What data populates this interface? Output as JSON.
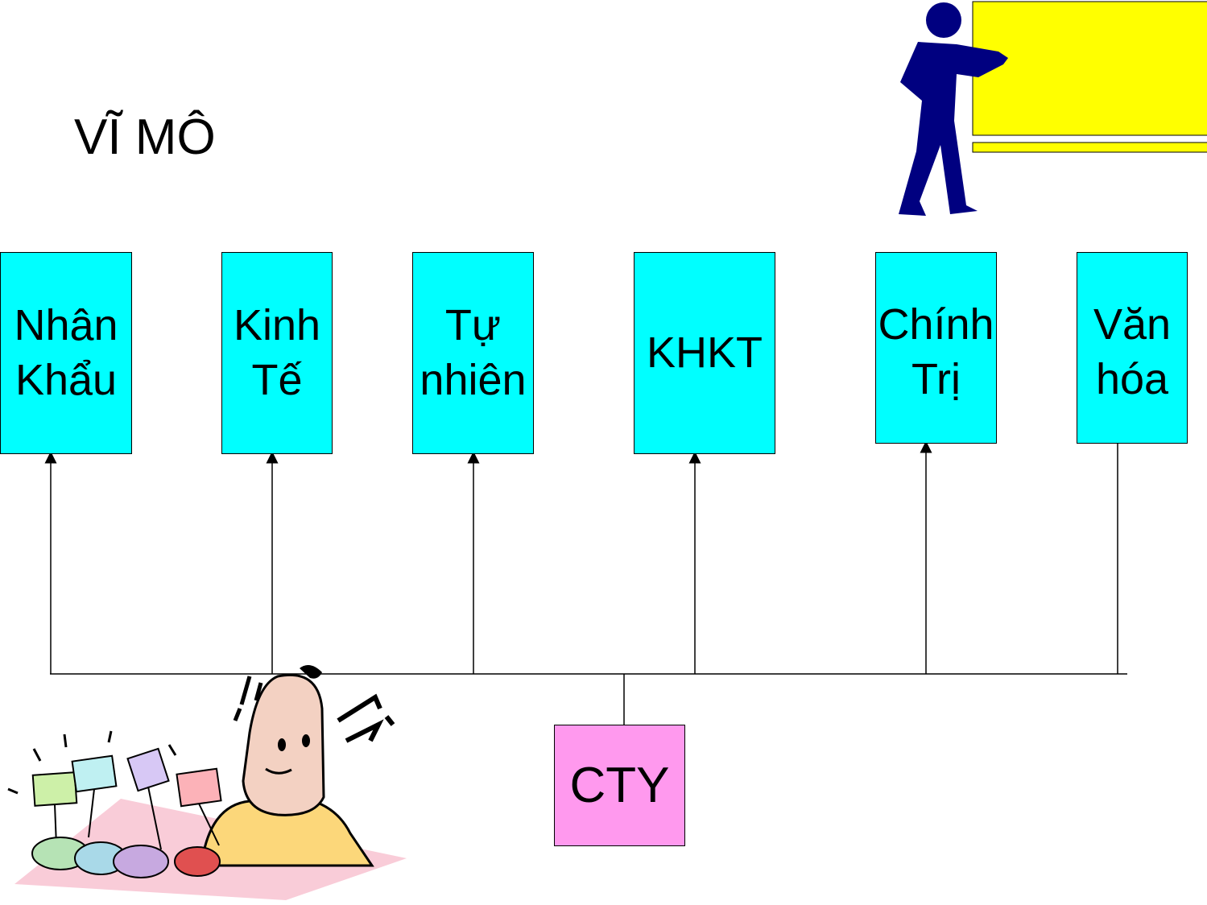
{
  "title": "VĨ MÔ",
  "boxes": [
    {
      "line1": "Nhân",
      "line2": "Khẩu"
    },
    {
      "line1": "Kinh",
      "line2": "Tế"
    },
    {
      "line1": "Tự",
      "line2": "nhiên"
    },
    {
      "line1": "KHKT",
      "line2": ""
    },
    {
      "line1": "Chính",
      "line2": "Trị"
    },
    {
      "line1": "Văn",
      "line2": "hóa"
    }
  ],
  "center": "CTY",
  "colors": {
    "box": "#00ffff",
    "center": "#ff99ee",
    "board": "#ffff00",
    "figure": "#000080"
  },
  "icons": [
    "teacher-at-board-icon",
    "worried-man-with-protesters-icon"
  ]
}
